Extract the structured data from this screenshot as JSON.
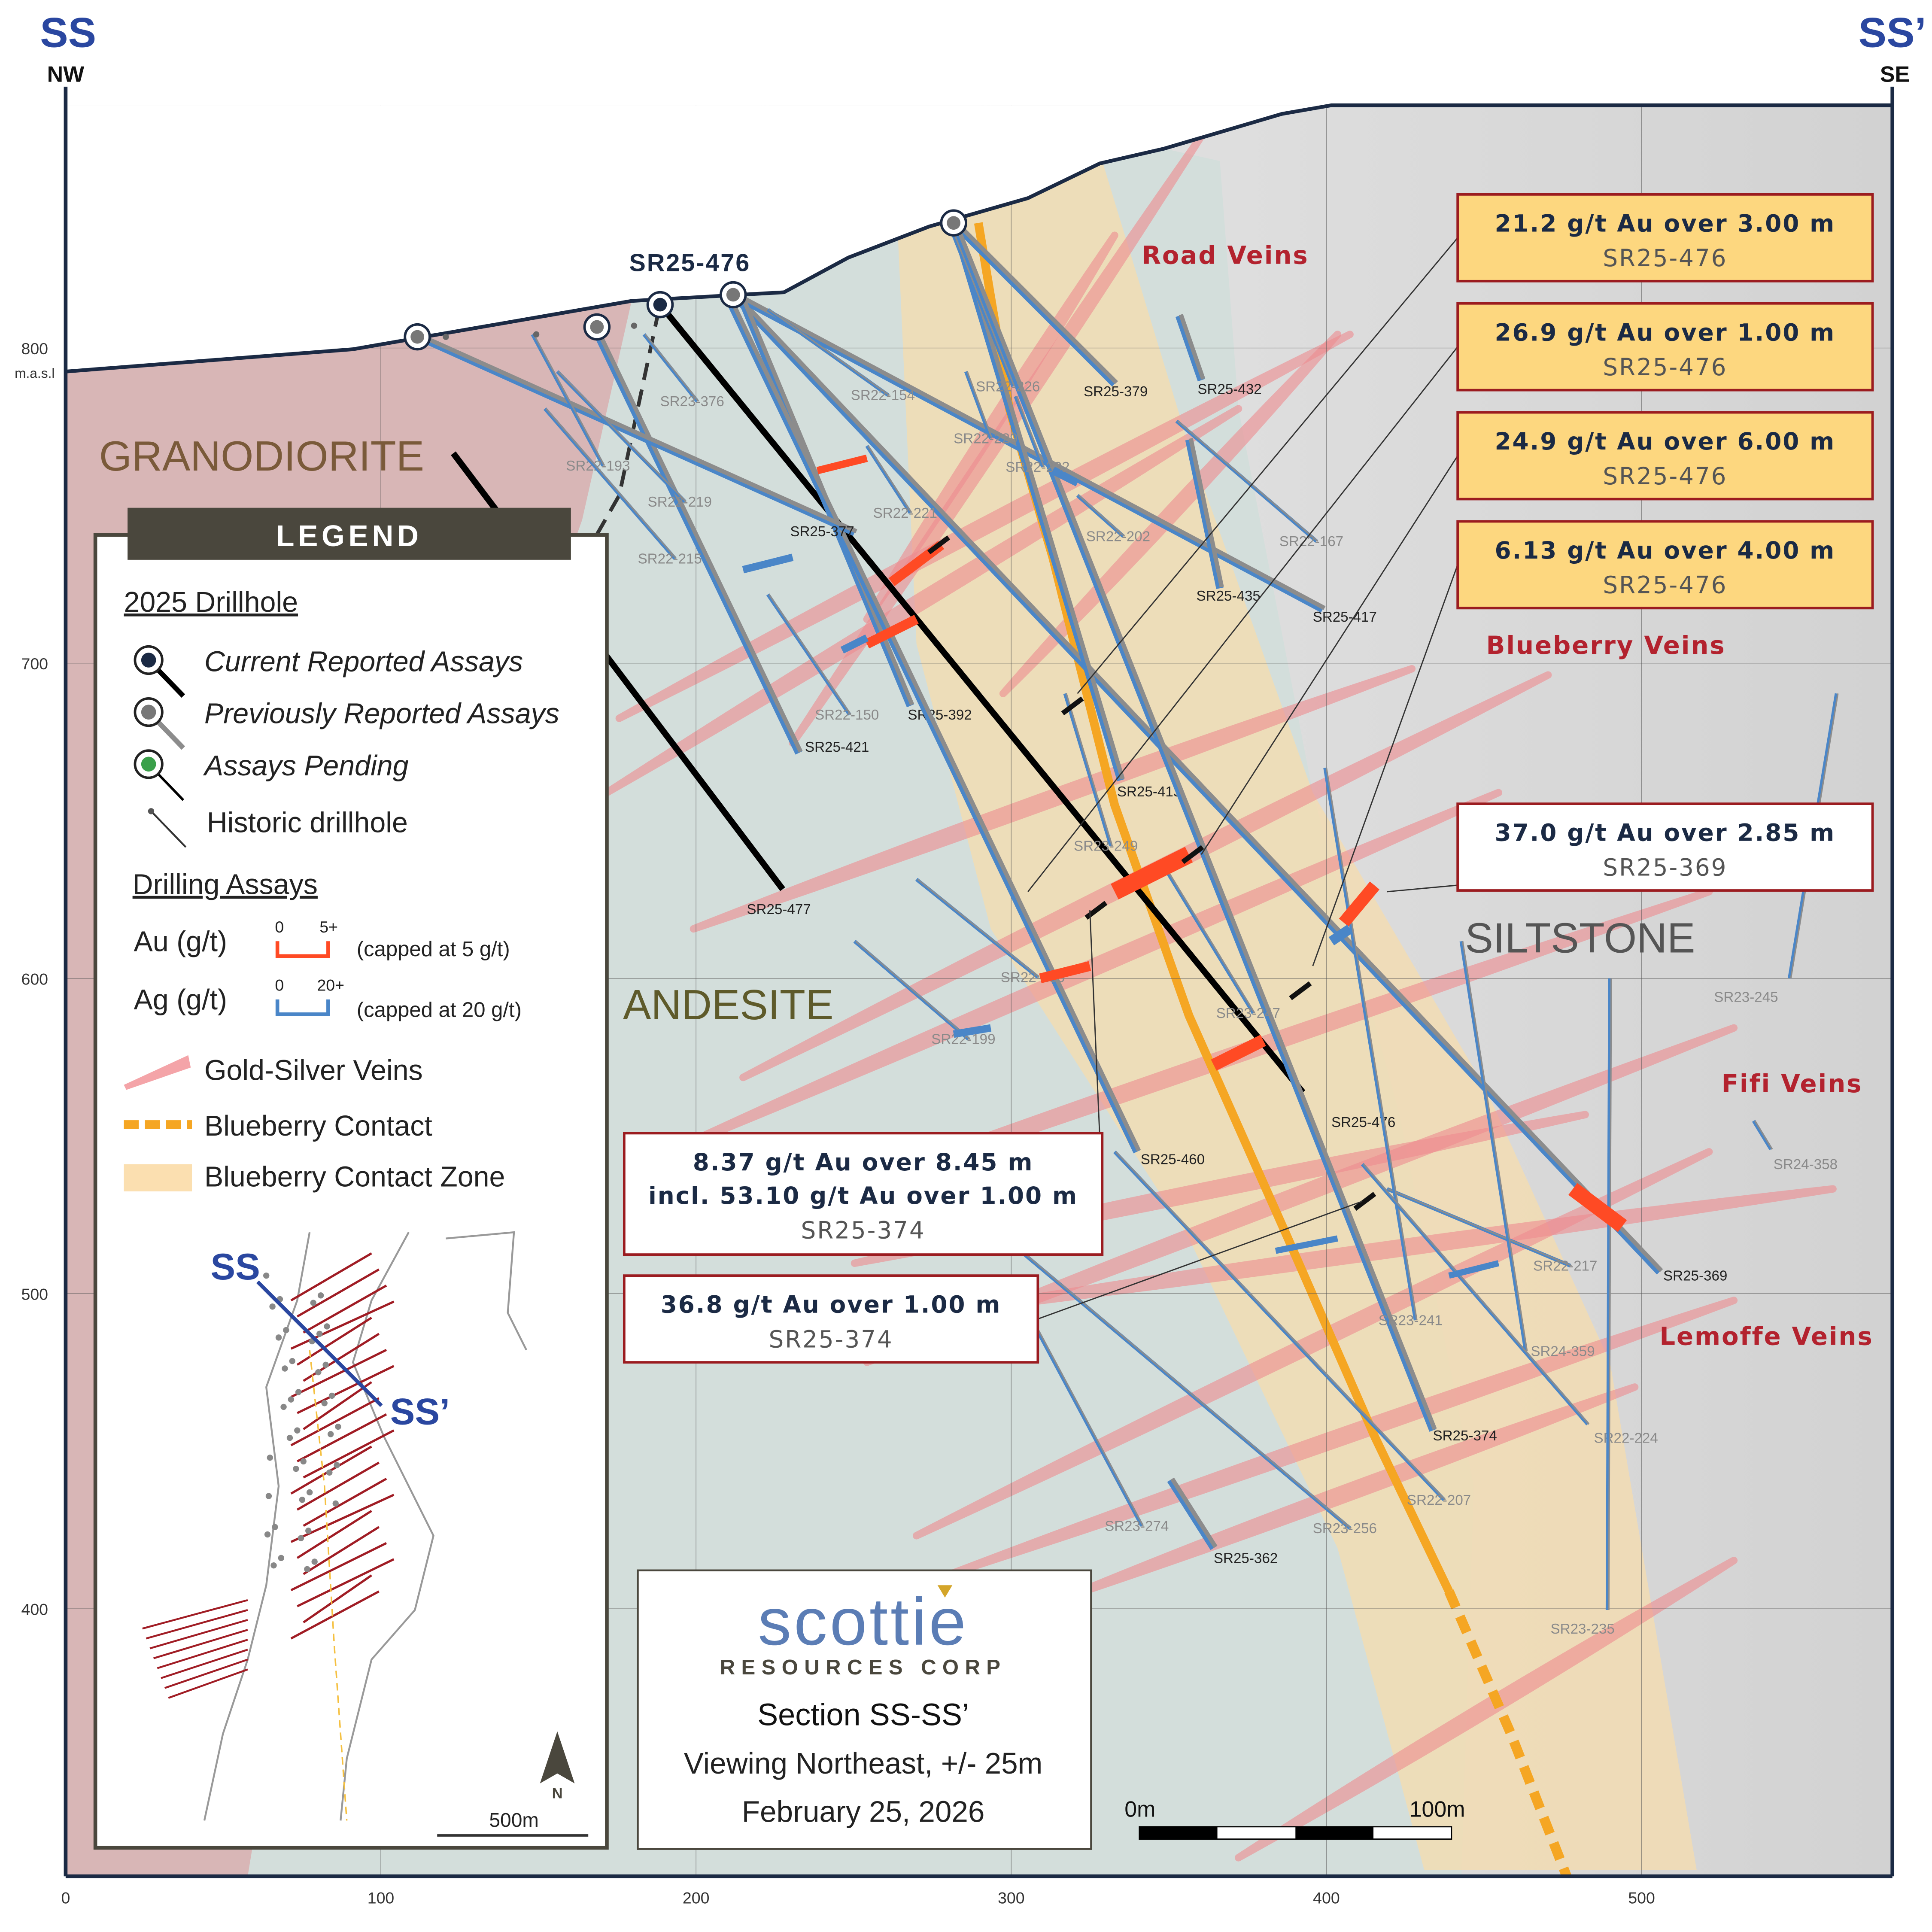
{
  "section": {
    "left_label": "SS",
    "left_dir": "NW",
    "right_label": "SS’",
    "right_dir": "SE",
    "elev_unit": "m.a.s.l"
  },
  "axes": {
    "x_ticks": [
      "0",
      "100",
      "200",
      "300",
      "400",
      "500"
    ],
    "y_ticks": [
      "800",
      "700",
      "600",
      "500",
      "400"
    ]
  },
  "rock_units": {
    "granodiorite": "GRANODIORITE",
    "andesite": "ANDESITE",
    "siltstone": "SILTSTONE"
  },
  "vein_labels": [
    "Road Veins",
    "Blueberry Veins",
    "Fifi Veins",
    "Lemoffe Veins"
  ],
  "drillholes_current": [
    {
      "id": "SR25-476"
    },
    {
      "id": "SR25-477"
    },
    {
      "id": "SR25-369"
    },
    {
      "id": "SR25-417"
    },
    {
      "id": "SR25-379"
    },
    {
      "id": "SR25-432"
    },
    {
      "id": "SR25-435"
    },
    {
      "id": "SR25-413"
    },
    {
      "id": "SR25-392"
    },
    {
      "id": "SR25-421"
    },
    {
      "id": "SR25-460"
    },
    {
      "id": "SR25-374"
    },
    {
      "id": "SR25-377"
    },
    {
      "id": "SR25-362"
    }
  ],
  "collar_label": "SR25-476",
  "drillholes_historic": [
    {
      "id": "SR22-154"
    },
    {
      "id": "SR22-226"
    },
    {
      "id": "SR23-376"
    },
    {
      "id": "SR22-193"
    },
    {
      "id": "SR22-219"
    },
    {
      "id": "SR22-215"
    },
    {
      "id": "SR22-229"
    },
    {
      "id": "SR22-232"
    },
    {
      "id": "SR22-221"
    },
    {
      "id": "SR22-202"
    },
    {
      "id": "SR22-167"
    },
    {
      "id": "SR22-150"
    },
    {
      "id": "SR23-249"
    },
    {
      "id": "SR22-196"
    },
    {
      "id": "SR22-199"
    },
    {
      "id": "SR23-247"
    },
    {
      "id": "SR23-245"
    },
    {
      "id": "SR24-358"
    },
    {
      "id": "SR22-217"
    },
    {
      "id": "SR23-241"
    },
    {
      "id": "SR24-359"
    },
    {
      "id": "SR22-224"
    },
    {
      "id": "SR22-207"
    },
    {
      "id": "SR23-256"
    },
    {
      "id": "SR23-274"
    },
    {
      "id": "SR23-235"
    }
  ],
  "callouts": [
    {
      "line1": "21.2 g/t Au over 3.00 m",
      "hole": "SR25-476",
      "style": "highlight"
    },
    {
      "line1": "26.9 g/t Au over 1.00 m",
      "hole": "SR25-476",
      "style": "highlight"
    },
    {
      "line1": "24.9 g/t Au over 6.00 m",
      "hole": "SR25-476",
      "style": "highlight"
    },
    {
      "line1": "6.13 g/t Au over 4.00 m",
      "hole": "SR25-476",
      "style": "highlight"
    },
    {
      "line1": "37.0 g/t Au over 2.85 m",
      "hole": "SR25-369",
      "style": "plain"
    },
    {
      "line1": "8.37 g/t Au over 8.45 m",
      "line2": "incl. 53.10 g/t Au over 1.00 m",
      "hole": "SR25-374",
      "style": "plain"
    },
    {
      "line1": "36.8 g/t Au over 1.00 m",
      "hole": "SR25-374",
      "style": "plain"
    }
  ],
  "legend": {
    "title": "LEGEND",
    "drillhole_heading": "2025 Drillhole",
    "current": "Current Reported Assays",
    "previous": "Previously Reported Assays",
    "pending": "Assays Pending",
    "historic": "Historic drillhole",
    "assays_heading": "Drilling Assays",
    "au_label": "Au (g/t)",
    "au_min": "0",
    "au_max": "5+",
    "au_note": "(capped at 5 g/t)",
    "ag_label": "Ag (g/t)",
    "ag_min": "0",
    "ag_max": "20+",
    "ag_note": "(capped at 20 g/t)",
    "veins": "Gold-Silver Veins",
    "contact": "Blueberry Contact",
    "contact_zone": "Blueberry Contact Zone",
    "map_ss": "SS",
    "map_ss2": "SS’",
    "map_scale": "500m",
    "north": "N"
  },
  "title_block": {
    "logo_main": "scottie",
    "logo_sub": "RESOURCES CORP",
    "section": "Section SS-SS’",
    "view": "Viewing Northeast, +/- 25m",
    "date": "February 25, 2026"
  },
  "scale_bar": {
    "start": "0m",
    "end": "100m"
  },
  "colors": {
    "granodiorite": "#d8b6b6",
    "andesite": "#d3dedb",
    "siltstone": "#e6e6e6",
    "contact_zone": "#f6dcae",
    "contact": "#f5a623",
    "vein": "#ee8c90",
    "au": "#ff4a24",
    "ag": "#4a86c8",
    "current_hole": "#000000",
    "hole_gray": "#8c8c8c",
    "callout_fill": "#fdd77f",
    "callout_border": "#9b1c20",
    "navy": "#1b2a44",
    "accent_blue": "#2a47a0"
  }
}
